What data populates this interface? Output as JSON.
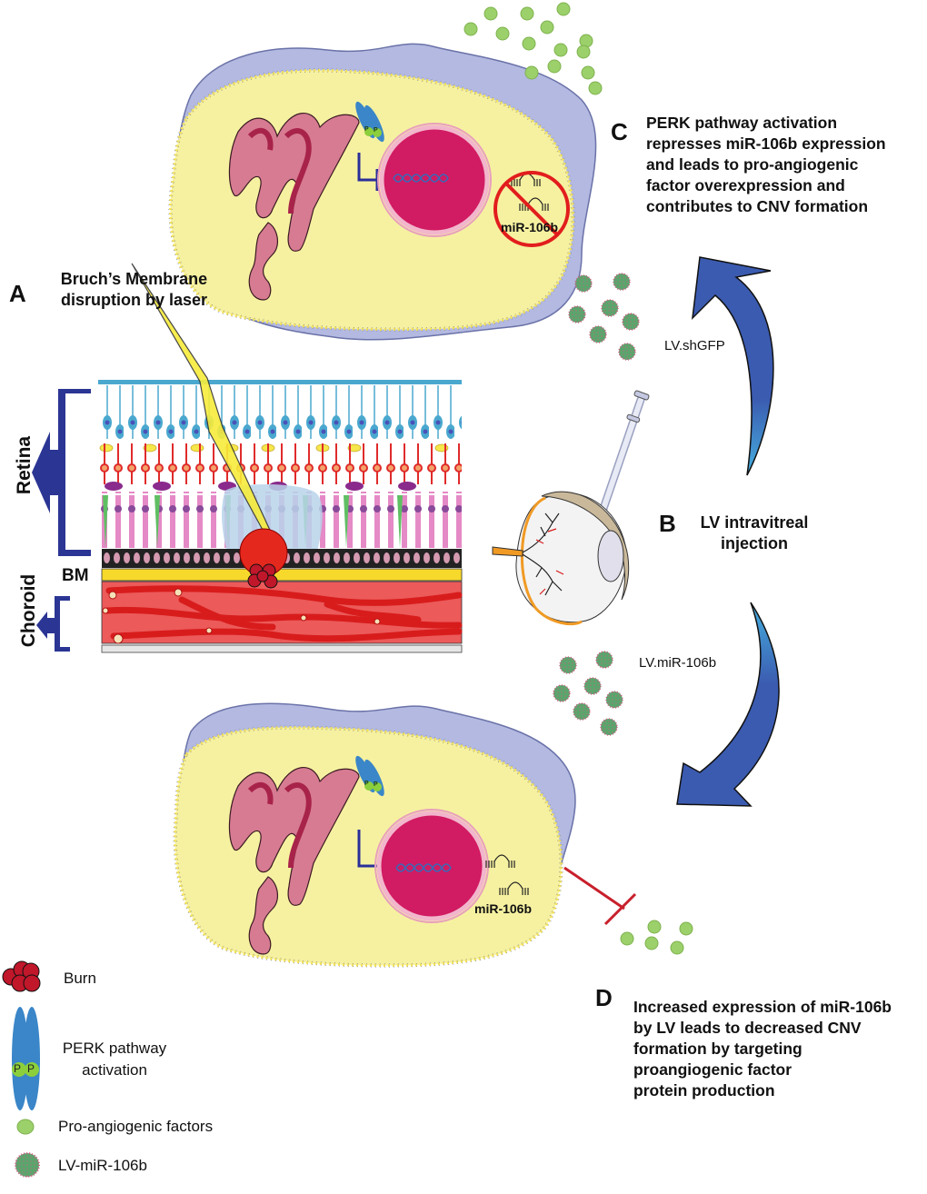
{
  "panels": {
    "A": {
      "letter": "A",
      "title": "Bruch’s Membrane\ndisruption by laser",
      "labels": {
        "retina": "Retina",
        "choroid": "Choroid",
        "bm": "BM"
      }
    },
    "B": {
      "letter": "B",
      "title": "LV intravitreal\ninjection"
    },
    "C": {
      "letter": "C",
      "text": "PERK pathway activation\nrepresses miR-106b expression\nand leads to pro-angiogenic\nfactor overexpression and\ncontributes to CNV formation"
    },
    "D": {
      "letter": "D",
      "text": "Increased expression of miR-106b\nby LV leads to decreased CNV\nformation by targeting\nproangiogenic factor\nprotein production"
    }
  },
  "top_cell": {
    "mirna_label": "miR-106b",
    "mirna_state": "inhibited",
    "perk_marks": [
      "P",
      "P"
    ]
  },
  "bottom_cell": {
    "mirna_label": "miR-106b",
    "mirna_state": "expressed",
    "perk_marks": [
      "P",
      "P"
    ]
  },
  "arrows": {
    "up": {
      "label": "LV.shGFP"
    },
    "down": {
      "label": "LV.miR-106b"
    }
  },
  "legend": {
    "items": [
      {
        "icon": "burn-icon",
        "label": "Burn"
      },
      {
        "icon": "perk-dimer-icon",
        "label": "PERK pathway\nactivation",
        "marks": [
          "P",
          "P"
        ]
      },
      {
        "icon": "pro-angiogenic-factor-icon",
        "label": "Pro-angiogenic factors"
      },
      {
        "icon": "lentivirus-particle-icon",
        "label": "LV-miR-106b"
      }
    ]
  },
  "colors": {
    "cell_cytoplasm": "#f6f1a0",
    "cell_outer": "#b3b9e0",
    "membrane_dot": "#f3e25a",
    "membrane_line": "#5c6bb8",
    "nucleus": "#d11b62",
    "er": "#c94a6a",
    "perk": "#3a86c8",
    "phospho": "#8ccf3c",
    "inhibit_line": "#2a2f9a",
    "factor": "#9bd06a",
    "virus": "#5aa56c",
    "virus_spike": "#e0407a",
    "arrow_blue_dark": "#3b5bb0",
    "arrow_blue_light": "#45b0e0",
    "no_sign": "#e21d1d",
    "block_red": "#c8202c",
    "retina_bracket": "#2b3594",
    "burn": "#c0172a",
    "bm_yellow": "#f7d92c",
    "choroid_red": "#e03a3a"
  }
}
